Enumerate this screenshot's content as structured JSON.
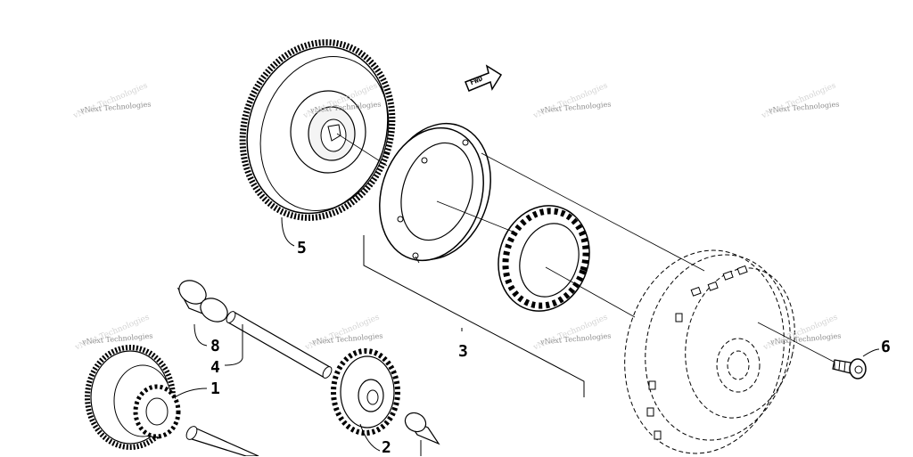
{
  "diagram": {
    "watermark_text": "vNext Technologies",
    "direction_arrow_text": "FWD",
    "callouts": {
      "c1": "1",
      "c2": "2",
      "c3": "3",
      "c4": "4",
      "c5": "5",
      "c6": "6",
      "c8": "8"
    }
  }
}
